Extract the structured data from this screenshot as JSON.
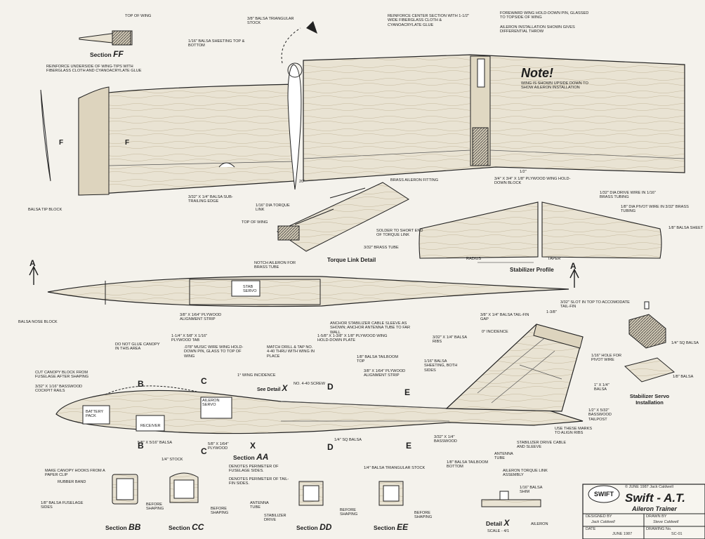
{
  "note": {
    "title": "Note!",
    "text": "WING IS SHOWN UPSIDE DOWN TO SHOW AILERON INSTALLATION"
  },
  "labels": {
    "top_of_wing_1": "TOP OF WING",
    "reinforce_tips": "REINFORCE UNDERSIDE OF WING-TIPS WITH FIBERGLASS CLOTH AND CYANOACRYLATE GLUE",
    "balsa_sheeting": "1/16\" BALSA SHEETING TOP & BOTTOM",
    "triangular_stock": "3/8\" BALSA TRIANGULAR STOCK",
    "reinforce_center": "REINFORCE CENTER SECTION WITH 1-1/2\" WIDE FIBERGLASS CLOTH & CYANOACRYLATE GLUE",
    "hold_down_pin": "FOREWARD WING HOLD-DOWN PIN, GLASSED TO TOPSIDE OF WING",
    "aileron_install": "AILERON INSTALLATION SHOWN GIVES DIFFERENTIAL THROW",
    "balsa_tip_block": "BALSA TIP BLOCK",
    "sub_trailing": "3/32\" x 1/4\" BALSA SUB-TRAILING EDGE",
    "angle_20": "20°",
    "brass_aileron": "BRASS AILERON FITTING",
    "torque_link_dia": "1/16\" DIA TORQUE LINK",
    "top_of_wing_2": "TOP OF WING",
    "solder": "SOLDER TO SHORT END OF TORQUE LINK",
    "brass_tube": "3/32\" BRASS TUBE",
    "notch_aileron": "NOTCH AILERON FOR BRASS TUBE",
    "half_inch": "1/2\"",
    "ply_block": "3/4\" x 3/4\" x 1/8\" PLYWOOD WING HOLD-DOWN BLOCK",
    "drive_wire": "1/32\" DIA DRIVE WIRE IN 1/16\" BRASS TUBING",
    "pivot_wire": "1/8\" DIA PIVOT WIRE IN 3/32\" BRASS TUBING",
    "balsa_sheet": "1/8\" BALSA SHEET",
    "radius": "RADIUS",
    "taper": "TAPER",
    "stab_servo": "STAB SERVO",
    "balsa_nose": "BALSA NOSE BLOCK",
    "align_strip_1": "3/8\" x 1/64\" PLYWOOD ALIGNMENT STRIP",
    "anchor_cable": "ANCHOR STABILIZER CABLE SLEEVE AS SHOWN; ANCHOR ANTENNA TUBE TO FAR WALL",
    "wing_plate": "1-5/8\" x 1-3/8\" x 1/8\" PLYWOOD WING HOLD-DOWN PLATE",
    "slot_tailfin": "3/32\" SLOT IN TOP TO ACCOMODATE TAIL-FIN",
    "tail_fin_gap": "3/8\" x 1/4\" BALSA TAIL-FIN GAP",
    "three_eighths": "1-3/8\"",
    "zero_incidence": "0° INCIDENCE",
    "ribs": "3/32\" x 1/4\" BALSA RIBS",
    "hole_pivot": "1/16\" HOLE FOR PIVOT WIRE",
    "not_glue": "DO NOT GLUE CANOPY IN THIS AREA",
    "ply_tab": "1-1/4\" x 5/8\" x 1/16\" PLYWOOD TAB",
    "music_wire": ".078\" MUSIC WIRE WING HOLD-DOWN PIN, GLASS TO TOP OF WING",
    "match_drill": "MATCH DRILL & TAP No. 4-40 THRU WITH WING IN PLACE",
    "tailboom_top": "1/8\" BALSA TAILBOOM TOP",
    "align_strip_2": "3/8\" x 1/64\" PLYWOOD ALIGNMENT STRIP",
    "sheeting_both": "1/16\" BALSA SHEETING, BOTH SIDES",
    "cut_canopy": "CUT CANOPY BLOCK FROM FUSELAGE AFTER SHAPING",
    "cockpit_rails": "3/32\" x 1/16\" BASSWOOD COCKPIT RAILS",
    "wing_incidence": "1° WING INCIDENCE",
    "screw": "No. 4-40 SCREW",
    "see_detail": "See Detail",
    "see_detail_x": "X",
    "battery": "BATTERY PACK",
    "receiver": "RECEIVER",
    "aileron_servo": "AILERON SERVO",
    "balsa_1x1": "1\" x 1/4\" BALSA",
    "tailpost": "1/2\" x 5/32\" BASSWOOD TAILPOST",
    "use_marks": "USE THESE MARKS TO ALIGN RIBS",
    "stab_drive": "STABILIZER DRIVE CABLE AND SLEEVE",
    "basswood_3_32": "3/32\" x 1/4\" BASSWOOD",
    "antenna_tube": "ANTENNA TUBE",
    "balsa_5_8": "5/8\" x 5/16\" BALSA",
    "ply_1_64": "5/8\" x 1/64\" PLYWOOD",
    "sq_balsa": "1/4\" SQ BALSA",
    "stock": "1/4\" STOCK",
    "perim_fuse": "DENOTES PERIMETER OF FUSELAGE SIDES.",
    "perim_fin": "DENOTES PERIMETER OF TAIL-FIN SIDES.",
    "tailboom_bottom": "1/8\" BALSA TAILBOOM BOTTOM",
    "canopy_hooks": "MAKE CANOPY HOOKS FROM A PAPER CLIP",
    "rubber_band": "RUBBER BAND",
    "fuselage_sides": "1/8\" BALSA FUSELAGE SIDES",
    "before_shaping_1": "BEFORE SHAPING",
    "before_shaping_2": "BEFORE SHAPING",
    "before_shaping_3": "BEFORE SHAPING",
    "before_shaping_4": "BEFORE SHAPING",
    "antenna_tube_2": "ANTENNA TUBE",
    "stab_drive_2": "STABILIZER DRIVE",
    "triangular_stock_2": "1/4\" BALSA TRIANGULAR STOCK",
    "aileron_torque": "AILERON TORQUE LINK ASSEMBLY",
    "balsa_shim": "1/16\" BALSA SHIM",
    "aileron": "AILERON",
    "sq_balsa_2": "1/4\" SQ BALSA",
    "balsa_18": "1/8\" BALSA"
  },
  "sections": {
    "ff": {
      "word": "Section",
      "letters": "FF"
    },
    "aa": {
      "word": "Section",
      "letters": "AA"
    },
    "bb": {
      "word": "Section",
      "letters": "BB"
    },
    "cc": {
      "word": "Section",
      "letters": "CC"
    },
    "dd": {
      "word": "Section",
      "letters": "DD"
    },
    "ee": {
      "word": "Section",
      "letters": "EE"
    },
    "detail_x": {
      "word": "Detail",
      "letters": "X"
    },
    "scale": "Scale - 4/1",
    "torque_link": "Torque Link Detail",
    "stab_profile": "Stabilizer Profile",
    "stab_servo_install": "Stabilizer Servo Installation"
  },
  "section_markers": {
    "a_left": "A",
    "a_right": "A",
    "f1": "F",
    "f2": "F",
    "b_top": "B",
    "b_bot": "B",
    "c_top": "C",
    "c_bot": "C",
    "d_top": "D",
    "d_bot": "D",
    "e_top": "E",
    "e_bot": "E",
    "x": "X"
  },
  "title_block": {
    "logo": "SWIFT",
    "copyright": "© JUNE 1987 Jack Caldwell",
    "title": "Swift - A.T.",
    "subtitle": "Aileron Trainer",
    "designed_by_label": "DESIGNED BY",
    "designed_by": "Jack Caldwell",
    "drawn_by_label": "DRAWN BY",
    "drawn_by": "Steve Caldwell",
    "date_label": "DATE",
    "date": "JUNE 1987",
    "drawing_no_label": "DRAWING No.",
    "drawing_no": "SC-01"
  },
  "colors": {
    "paper": "#f4f2ec",
    "ink": "#1d1d1d",
    "wood": "#e9e3d3",
    "grain": "#b8ad93"
  }
}
